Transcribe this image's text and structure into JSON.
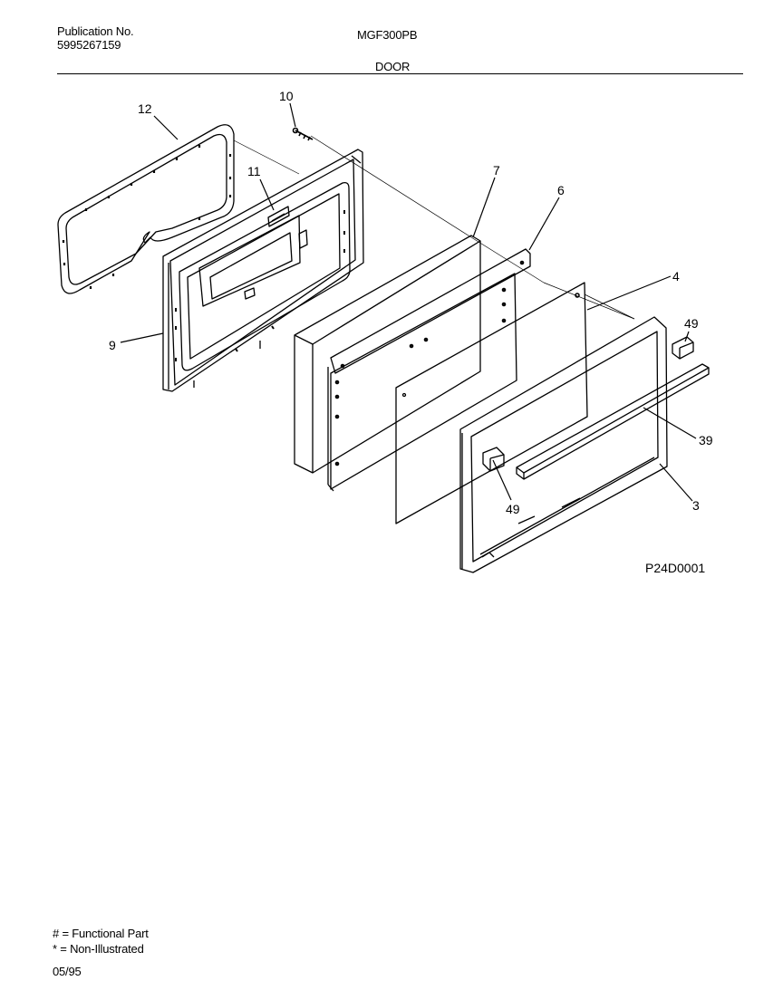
{
  "header": {
    "publication_label": "Publication No.",
    "publication_number": "5995267159",
    "model": "MGF300PB",
    "section": "DOOR"
  },
  "callouts": {
    "c12": "12",
    "c10": "10",
    "c11": "11",
    "c7": "7",
    "c6": "6",
    "c4": "4",
    "c9": "9",
    "c49a": "49",
    "c39": "39",
    "c49b": "49",
    "c3": "3"
  },
  "diagram_id": "P24D0001",
  "legend": {
    "functional": "# = Functional Part",
    "non_illustrated": "* = Non-Illustrated"
  },
  "date": "05/95"
}
